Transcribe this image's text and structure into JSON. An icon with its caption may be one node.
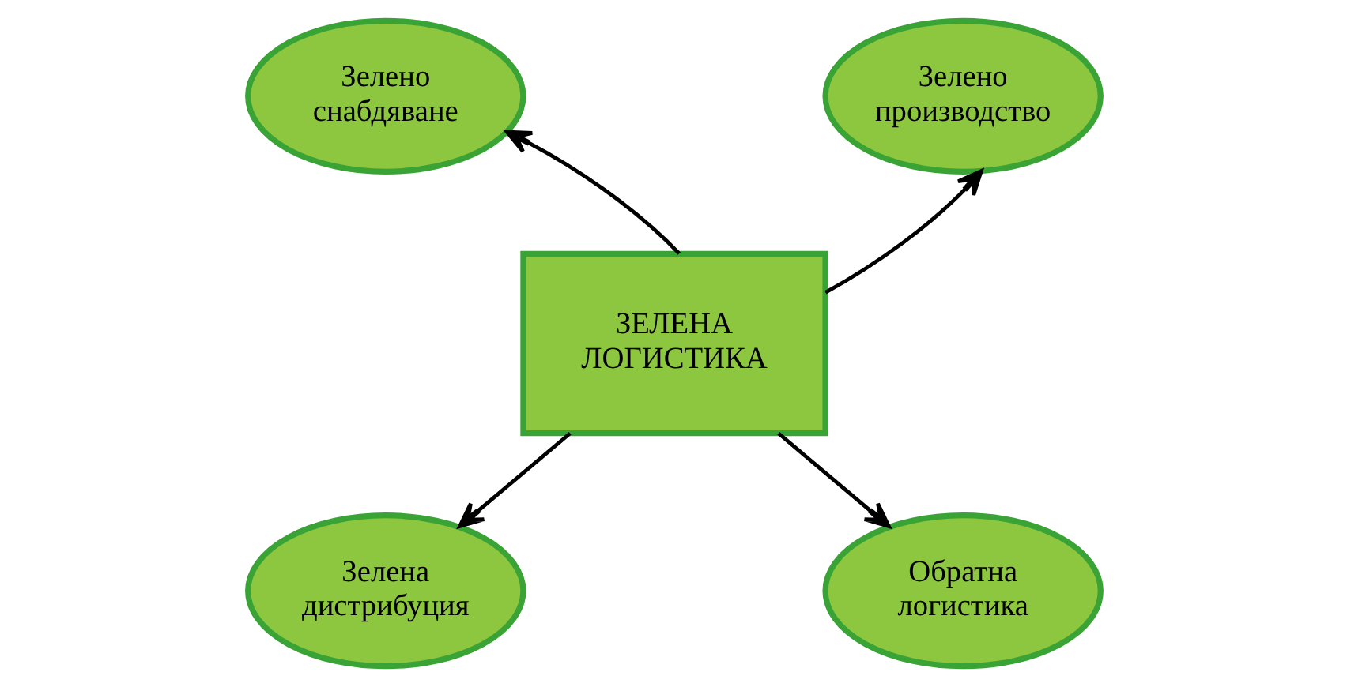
{
  "diagram": {
    "nodes": [
      {
        "text": [
          "Зелено снабдяване"
        ]
      },
      {
        "text": [
          "Зелено производство"
        ]
      },
      {
        "text": [
          "ЗЕЛЕНА ЛОГИСТИКА"
        ]
      },
      {
        "text": [
          "Зелена дистрибуция"
        ]
      },
      {
        "text": [
          "Обратна логистика"
        ]
      }
    ],
    "edges": [
      {
        "from": 2,
        "to": 0,
        "arrow": "to"
      },
      {
        "from": 2,
        "to": 1,
        "arrow": "to"
      },
      {
        "from": 2,
        "to": 3,
        "arrow": "to"
      },
      {
        "from": 2,
        "to": 4,
        "arrow": "to"
      }
    ]
  }
}
